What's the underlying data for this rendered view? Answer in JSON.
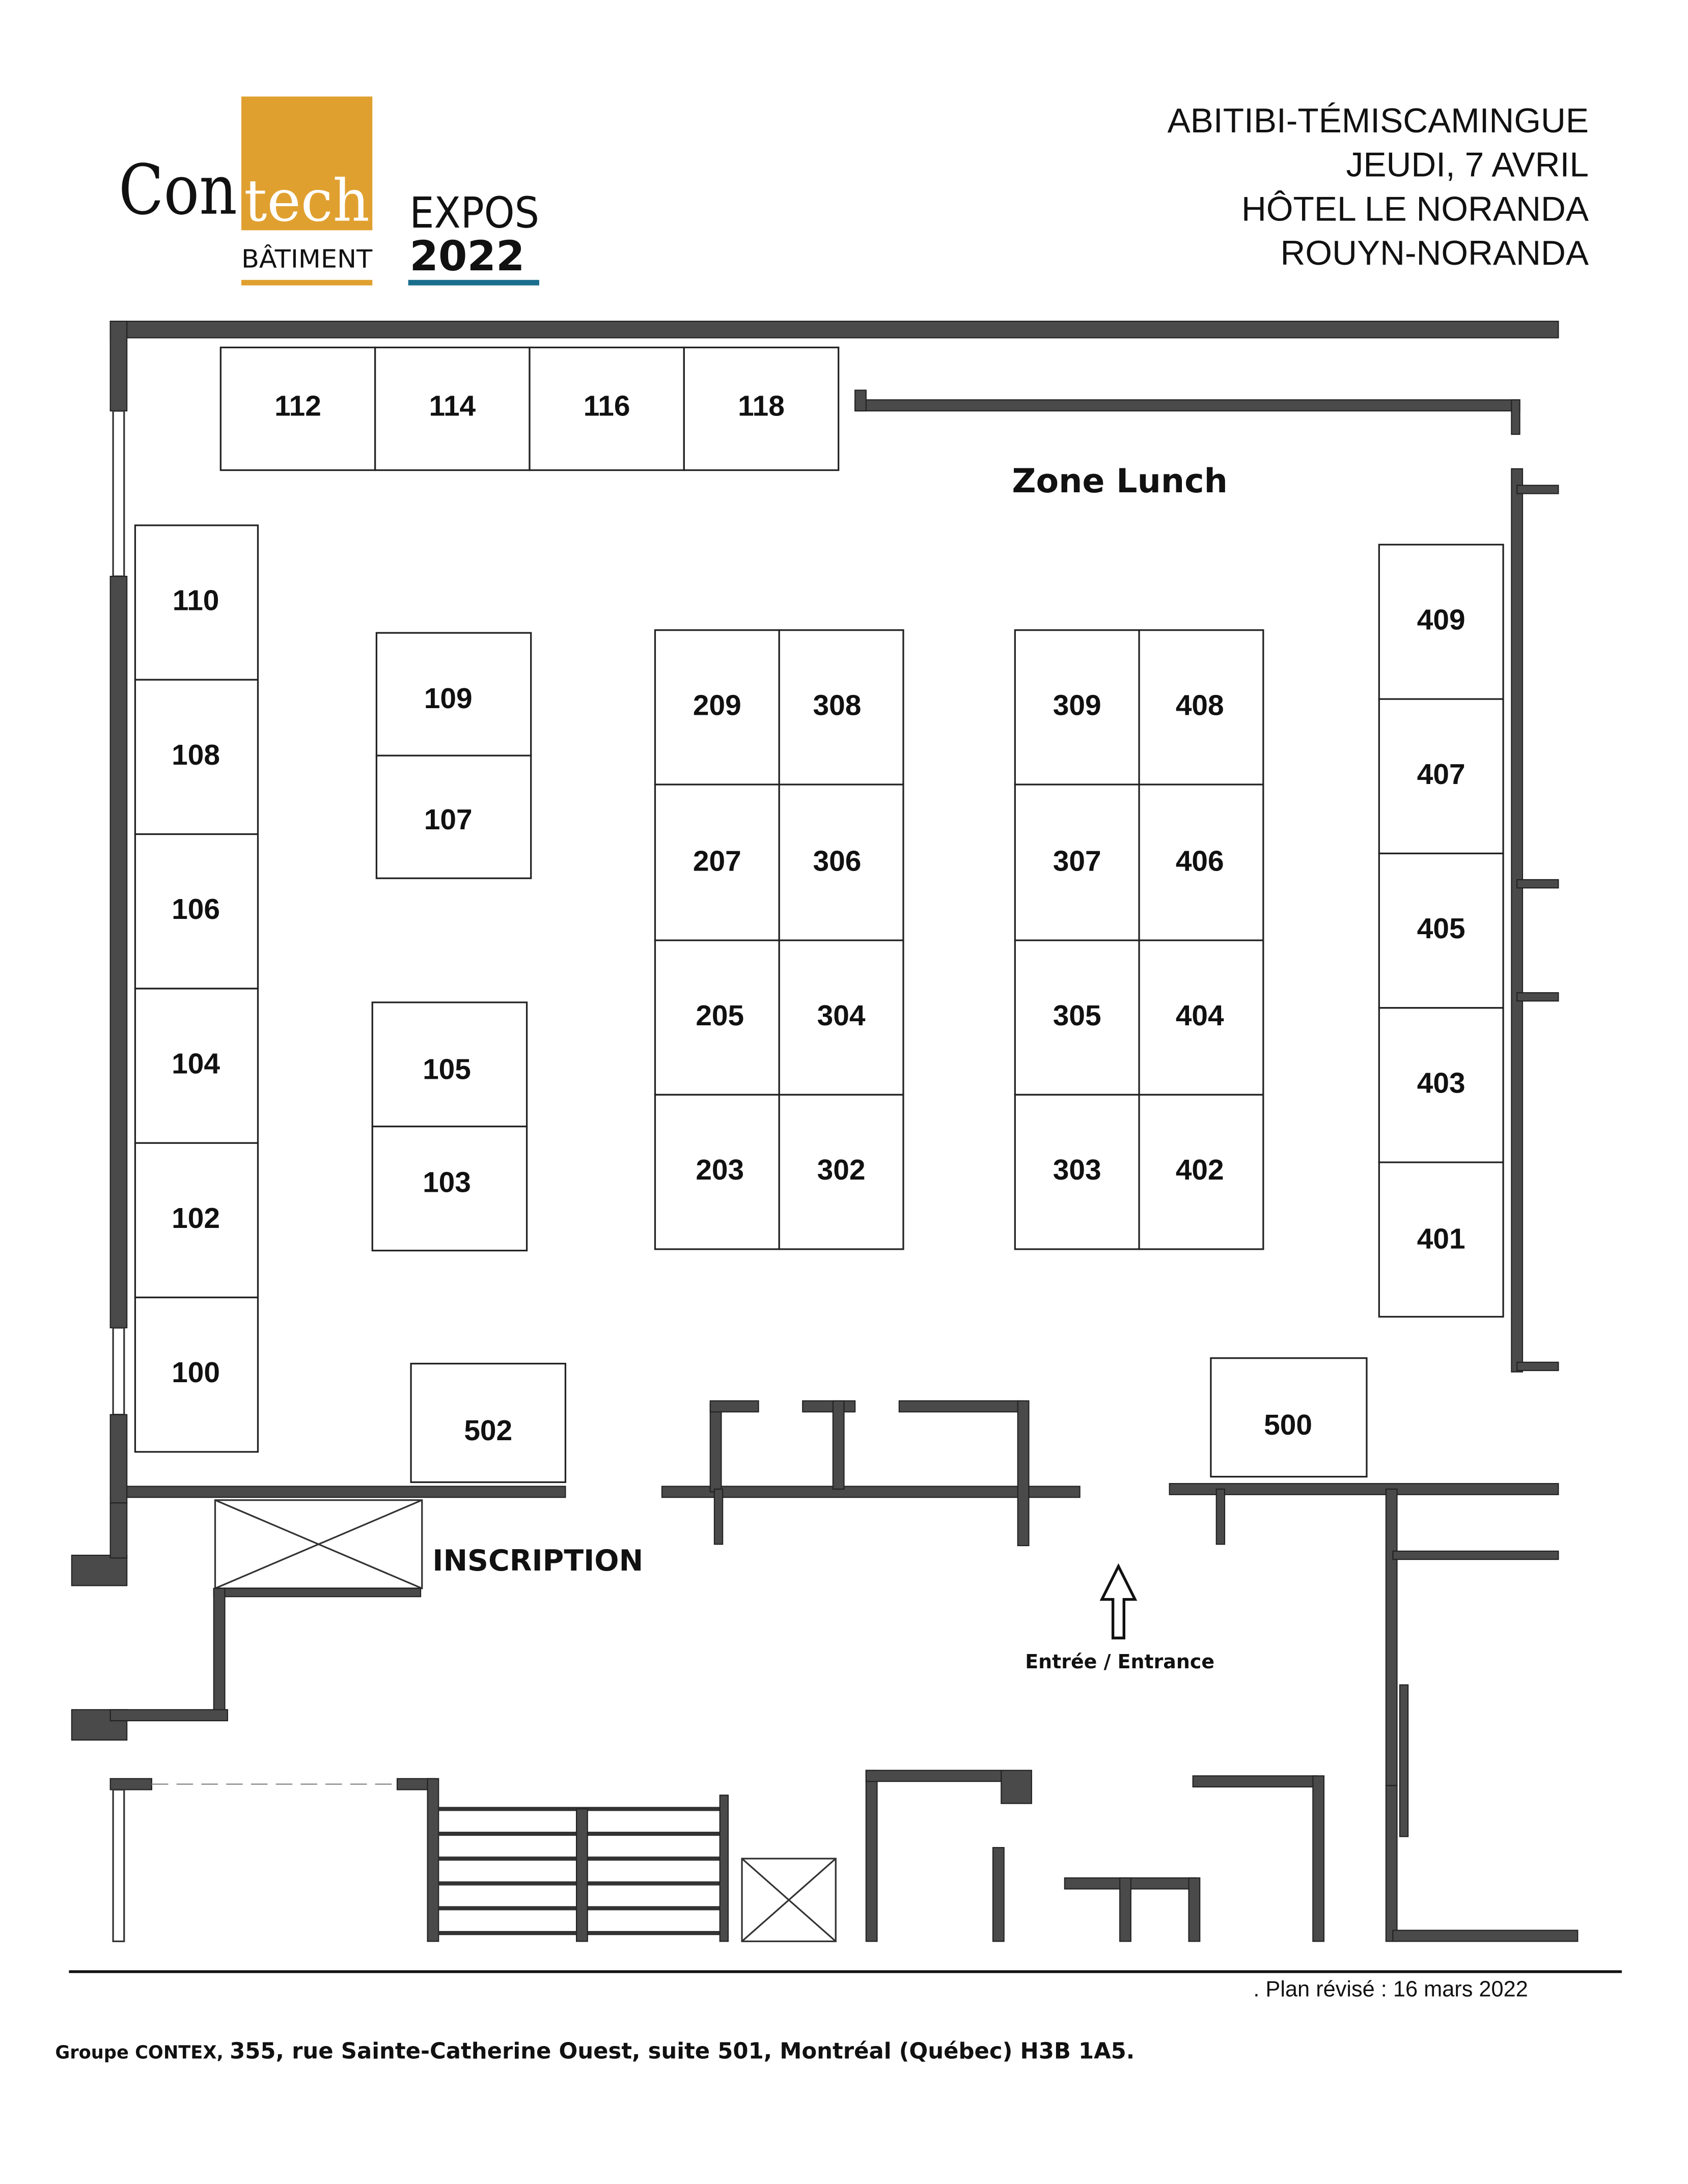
{
  "logo": {
    "con": "Con",
    "tech": "tech",
    "batiment": "BÂTIMENT",
    "expos": "EXPOS",
    "year": "2022",
    "colors": {
      "orange": "#E0A030",
      "blue": "#1A6E8E"
    }
  },
  "event": {
    "region": "ABITIBI-TÉMISCAMINGUE",
    "date": "JEUDI, 7 AVRIL",
    "venue": "HÔTEL LE NORANDA",
    "city": "ROUYN-NORANDA"
  },
  "floorplan": {
    "zone_lunch": "Zone Lunch",
    "inscription": "INSCRIPTION",
    "entrance": "Entrée / Entrance",
    "booths": {
      "b112": "112",
      "b114": "114",
      "b116": "116",
      "b118": "118",
      "b110": "110",
      "b108": "108",
      "b106": "106",
      "b104": "104",
      "b102": "102",
      "b100": "100",
      "b109": "109",
      "b107": "107",
      "b105": "105",
      "b103": "103",
      "b209": "209",
      "b308": "308",
      "b207": "207",
      "b306": "306",
      "b205": "205",
      "b304": "304",
      "b203": "203",
      "b302": "302",
      "b309": "309",
      "b408": "408",
      "b307": "307",
      "b406": "406",
      "b305": "305",
      "b404": "404",
      "b303": "303",
      "b402": "402",
      "b409": "409",
      "b407": "407",
      "b405": "405",
      "b403": "403",
      "b401": "401",
      "b502": "502",
      "b500": "500"
    }
  },
  "footer": {
    "revision": ". Plan révisé : 16 mars 2022",
    "address_company": "Groupe CONTEX, ",
    "address": "355, rue Sainte-Catherine Ouest, suite 501, Montréal (Québec) H3B 1A5."
  }
}
